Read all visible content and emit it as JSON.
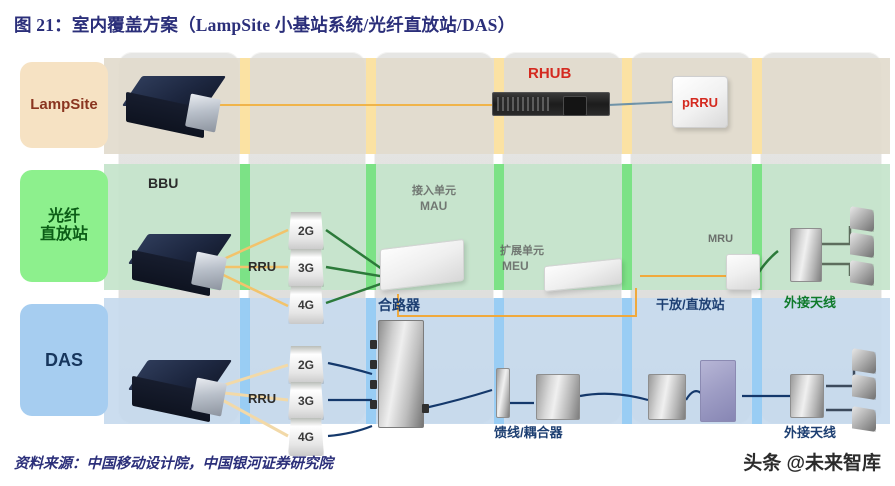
{
  "figure": {
    "title": "图 21：室内覆盖方案（LampSite 小基站系统/光纤直放站/DAS）",
    "source_note": "资料来源：中国移动设计院，中国银河证券研究院",
    "watermark": "头条 @未来智库"
  },
  "colors": {
    "title": "#2b2f7a",
    "lampsite_band": "#e2dbcd",
    "lampsite_chip": "#f6e2c3",
    "lampsite_text": "#8a3520",
    "fiber_band": "#c4e4cb",
    "fiber_chip": "#8df08d",
    "fiber_text": "#0b5d16",
    "das_band": "#c7daee",
    "das_chip": "#a6cdf0",
    "das_text": "#17365d",
    "accent_red": "#d42a20",
    "panel_grey": "#e1e1df"
  },
  "rows": [
    {
      "id": "lampsite",
      "label": "LampSite"
    },
    {
      "id": "fiber",
      "label_line1": "光纤",
      "label_line2": "直放站"
    },
    {
      "id": "das",
      "label": "DAS"
    }
  ],
  "lampsite": {
    "nodes": [
      {
        "name": "bbu",
        "label": ""
      },
      {
        "name": "rhub",
        "label": "RHUB"
      },
      {
        "name": "prru",
        "label": "pRRU"
      }
    ]
  },
  "fiber": {
    "nodes": [
      {
        "name": "bbu",
        "label": "BBU"
      },
      {
        "name": "rru",
        "label": "RRU"
      },
      {
        "name": "mau",
        "label_cn": "接入单元",
        "label_en": "MAU"
      },
      {
        "name": "meu",
        "label_cn": "扩展单元",
        "label_en": "MEU"
      },
      {
        "name": "mru",
        "label": "MRU"
      },
      {
        "name": "ant",
        "label": "外接天线"
      }
    ],
    "rru_bands": [
      "2G",
      "3G",
      "4G"
    ]
  },
  "das": {
    "nodes": [
      {
        "name": "bbu",
        "label": ""
      },
      {
        "name": "rru",
        "label": "RRU"
      },
      {
        "name": "combiner",
        "label": "合路器"
      },
      {
        "name": "feeder",
        "label": "馈线/耦合器"
      },
      {
        "name": "repeater",
        "label": "干放/直放站"
      },
      {
        "name": "ant",
        "label": "外接天线"
      }
    ],
    "rru_bands": [
      "2G",
      "3G",
      "4G"
    ]
  }
}
